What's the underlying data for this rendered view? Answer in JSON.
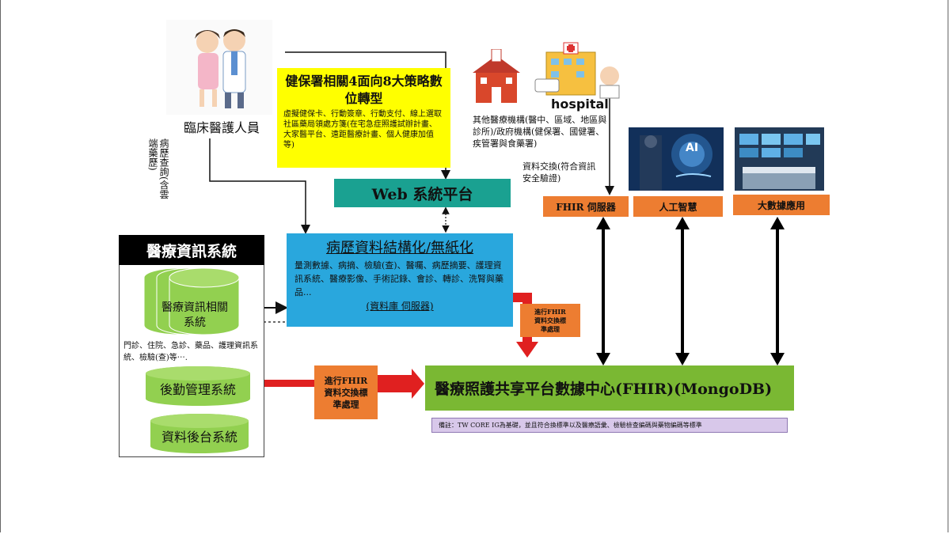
{
  "clinical": {
    "label": "臨床醫護人員"
  },
  "records_query": {
    "label": "病歷查詢(含雲端藥歷)"
  },
  "policy": {
    "title": "健保署相關4面向8大策略數位轉型",
    "body": "虛擬健保卡、行動簽章、行動支付、線上選取社區藥局領處方箋(在宅急症照護試辦計畫、大家醫平台、遠距醫療計畫、個人健康加值等)"
  },
  "web_platform": {
    "label": "Web 系統平台"
  },
  "hospital": {
    "label": "hospital"
  },
  "other_institutions": {
    "label": "其他醫療機構(醫中、區域、地區與診所)/政府機構(健保署、國健署、疾管署與食藥署)"
  },
  "data_exchange": {
    "label": "資料交換(符合資訊安全驗證)"
  },
  "fhir_server": {
    "label": "FHIR 伺服器"
  },
  "ai": {
    "label": "人工智慧",
    "image_text": "AI"
  },
  "bigdata": {
    "label": "大數據應用"
  },
  "medical_system": {
    "title": "醫療資訊系統",
    "related": "醫療資訊相關系統",
    "related_detail": "門診、住院、急診、藥品、護理資訊系統、檢驗(查)等⋯.",
    "logistics": "後勤管理系統",
    "backend": "資料後台系統"
  },
  "structured": {
    "title": "病歷資料結構化/無紙化",
    "body": "量測數據、病摘、檢驗(查)、醫囑、病歷摘要、護理資訊系統、醫療影像、手術記錄、會診、轉診、洗腎與藥品...",
    "footer": "(資料庫 伺服器)"
  },
  "fhir_process": {
    "line1": "進行FHIR",
    "line2": "資料交換標",
    "line3": "準處理"
  },
  "fhir_process_small": {
    "line1": "進行FHIR",
    "line2": "資料交換標",
    "line3": "準處理"
  },
  "center": {
    "label": "醫療照護共享平台數據中心(FHIR)(MongoDB)"
  },
  "note": {
    "label": "備註：TW CORE IG為基礎，並且符合換標準以及醫療語彙、檢驗檢查編碼與藥物編碼等標準"
  },
  "colors": {
    "yellow": "#ffff00",
    "teal": "#1aa191",
    "blue": "#29a7dd",
    "green": "#7ab833",
    "orange": "#ed7d31",
    "red": "#e02020"
  }
}
